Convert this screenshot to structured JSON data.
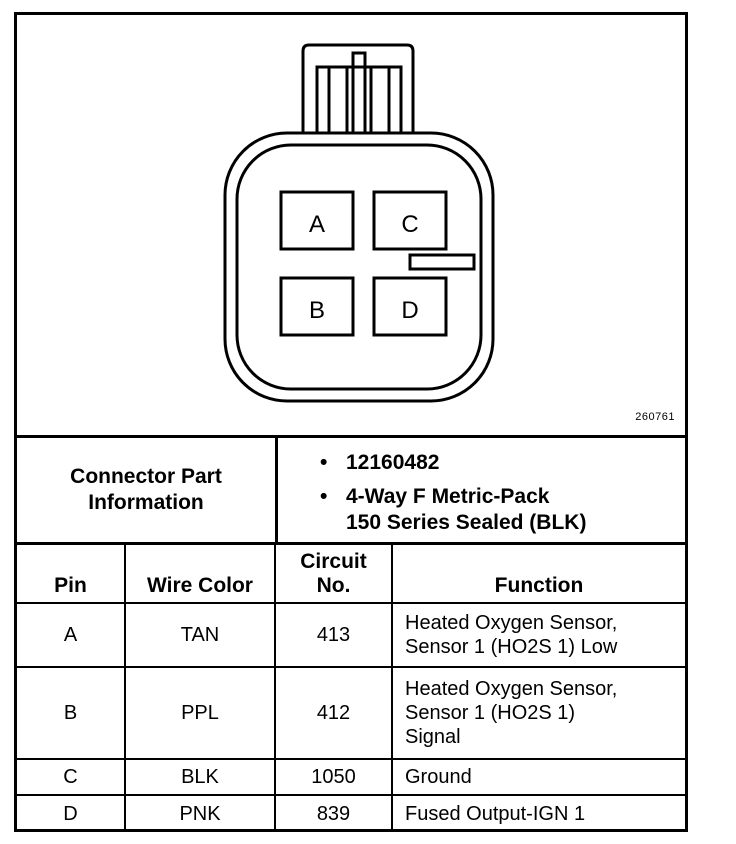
{
  "diagram": {
    "figure_id": "260761",
    "cavities": [
      "A",
      "C",
      "B",
      "D"
    ]
  },
  "part_info": {
    "label_line1": "Connector Part",
    "label_line2": "Information",
    "bullet": "•",
    "part_number": "12160482",
    "description_line1": "4-Way F Metric-Pack",
    "description_line2": "150 Series Sealed (BLK)"
  },
  "table": {
    "headers": {
      "pin": "Pin",
      "wire_color": "Wire Color",
      "circuit_line1": "Circuit",
      "circuit_line2": "No.",
      "function": "Function"
    },
    "rows": [
      {
        "pin": "A",
        "wire_color": "TAN",
        "circuit": "413",
        "function": [
          "Heated Oxygen Sensor,",
          "Sensor 1 (HO2S 1) Low"
        ]
      },
      {
        "pin": "B",
        "wire_color": "PPL",
        "circuit": "412",
        "function": [
          "Heated Oxygen Sensor,",
          "Sensor 1 (HO2S 1)",
          "Signal"
        ]
      },
      {
        "pin": "C",
        "wire_color": "BLK",
        "circuit": "1050",
        "function": [
          "Ground"
        ]
      },
      {
        "pin": "D",
        "wire_color": "PNK",
        "circuit": "839",
        "function": [
          "Fused Output-IGN 1"
        ]
      }
    ]
  }
}
